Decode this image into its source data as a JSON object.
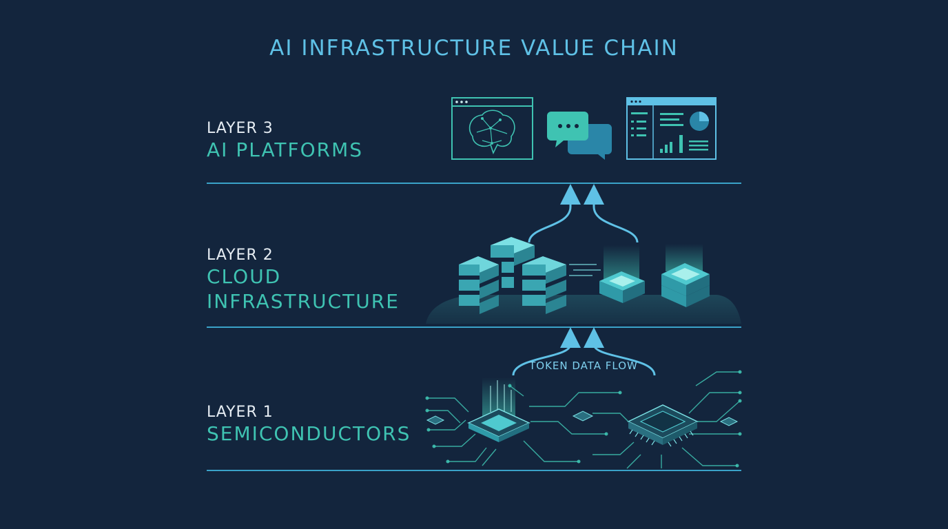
{
  "title": "AI INFRASTRUCTURE VALUE CHAIN",
  "layers": [
    {
      "number": "LAYER 3",
      "name": [
        "AI PLATFORMS"
      ]
    },
    {
      "number": "LAYER 2",
      "name": [
        "CLOUD",
        "INFRASTRUCTURE"
      ]
    },
    {
      "number": "LAYER 1",
      "name": [
        "SEMICONDUCTORS"
      ]
    }
  ],
  "flow_label": "TOKEN DATA FLOW",
  "colors": {
    "background": "#13253d",
    "accent_teal": "#3fc3b2",
    "accent_blue": "#5fc1e6",
    "line": "#3aa3c9"
  },
  "icons": [
    "brain-window-icon",
    "chat-bubbles-icon",
    "dashboard-window-icon",
    "server-stack-icon",
    "chip-icon",
    "circuit-board-icon"
  ]
}
